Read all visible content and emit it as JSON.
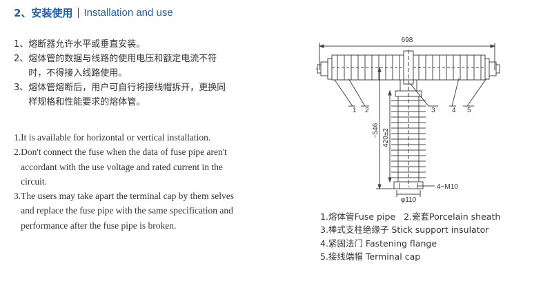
{
  "header": {
    "number_title": "2、安装使用",
    "english_title": "Installation and use"
  },
  "instructions_cn": [
    {
      "idx": "1、",
      "text": "熔断器允许水平或垂直安装。"
    },
    {
      "idx": "2、",
      "text": "熔体管的数据与线路的使用电压和额定电流不符时，不得接入线路使用。"
    },
    {
      "idx": "3、",
      "text": "熔体管熔断后，用户可自行将接线帽拆开，更换同样规格和性能要求的熔体管。"
    }
  ],
  "instructions_en": [
    {
      "idx": "1.",
      "text": "It is available for horizontal or vertical installation."
    },
    {
      "idx": "2.",
      "text": "Don't connect the fuse when the data of fuse pipe aren't accordant with the use voltage and rated current in the circuit."
    },
    {
      "idx": "3.",
      "text": "The users may take apart the terminal cap by them selves and replace the fuse pipe with the same specification and performance after the fuse pipe is broken."
    }
  ],
  "diagram": {
    "dim_top": "698",
    "dim_height_total": "~546",
    "dim_height_insulator": "420±2",
    "dim_base_width": "φ110",
    "bolt_label": "4−M10",
    "callouts": [
      "1",
      "2",
      "3",
      "4",
      "5"
    ]
  },
  "legend": {
    "item1": "1.熔体管Fuse pipe",
    "item2": "2.瓷套Porcelain sheath",
    "item3": "3.棒式支柱绝缘子 Stick support insulator",
    "item4": "4.紧固法门 Fastening flange",
    "item5": "5.接线端帽 Terminal cap"
  }
}
